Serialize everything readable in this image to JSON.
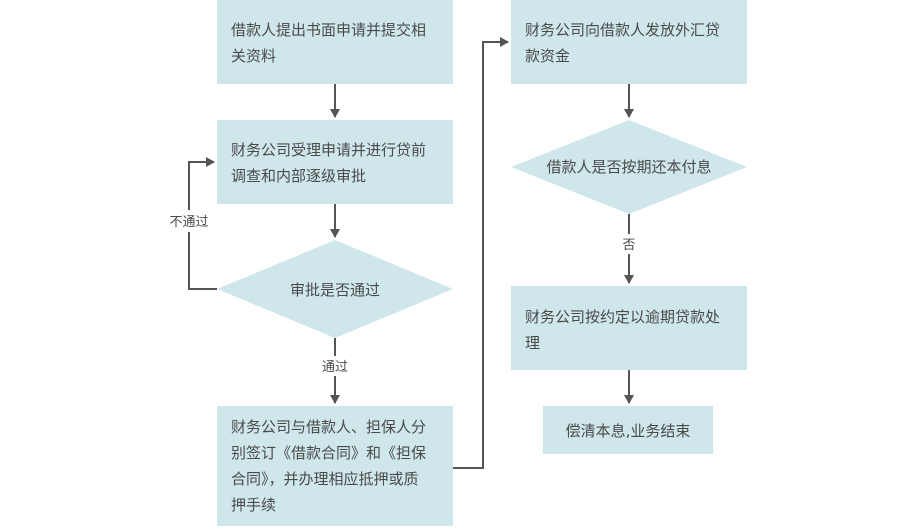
{
  "flowchart": {
    "left": {
      "step1": [
        "借款人提出书面申请并提交相",
        "关资料"
      ],
      "step2": [
        "财务公司受理申请并进行贷前",
        "调查和内部逐级审批"
      ],
      "decision1": "审批是否通过",
      "label_fail": "不通过",
      "label_pass": "通过",
      "step3": [
        "财务公司与借款人、担保人分",
        "别签订《借款合同》和《担保",
        "合同》，并办理相应抵押或质",
        "押手续"
      ]
    },
    "right": {
      "step4": [
        "财务公司向借款人发放外汇贷",
        "款资金"
      ],
      "decision2": "借款人是否按期还本付息",
      "label_no": "否",
      "step5": [
        "财务公司按约定以逾期贷款处",
        "理"
      ],
      "step6": "偿清本息,业务结束"
    },
    "colors": {
      "box": "#cfe7ea",
      "line": "#555555",
      "text": "#4a4a4a"
    }
  }
}
